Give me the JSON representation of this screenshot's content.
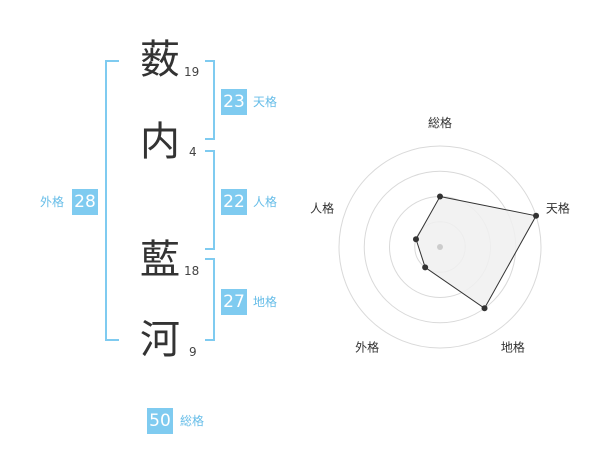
{
  "name": {
    "chars": [
      {
        "char": "薮",
        "strokes": "19"
      },
      {
        "char": "内",
        "strokes": "4"
      },
      {
        "char": "藍",
        "strokes": "18"
      },
      {
        "char": "河",
        "strokes": "9"
      }
    ]
  },
  "fortune": {
    "tenkaku": {
      "value": "23",
      "label": "天格"
    },
    "jinkaku": {
      "value": "22",
      "label": "人格"
    },
    "chikaku": {
      "value": "27",
      "label": "地格"
    },
    "gaikaku": {
      "value": "28",
      "label": "外格"
    },
    "soukaku": {
      "value": "50",
      "label": "総格"
    }
  },
  "radar": {
    "axes": [
      "総格",
      "天格",
      "地格",
      "外格",
      "人格"
    ],
    "scores": [
      0.5,
      1.0,
      0.75,
      0.25,
      0.25
    ],
    "ring_count": 4,
    "colors": {
      "ring": "#d9d9d9",
      "fill": "#f0f0f0",
      "line": "#333333",
      "point": "#333333",
      "center": "#cccccc"
    }
  },
  "colors": {
    "accent": "#7fcbf0",
    "accent_text": "#66bde8"
  }
}
